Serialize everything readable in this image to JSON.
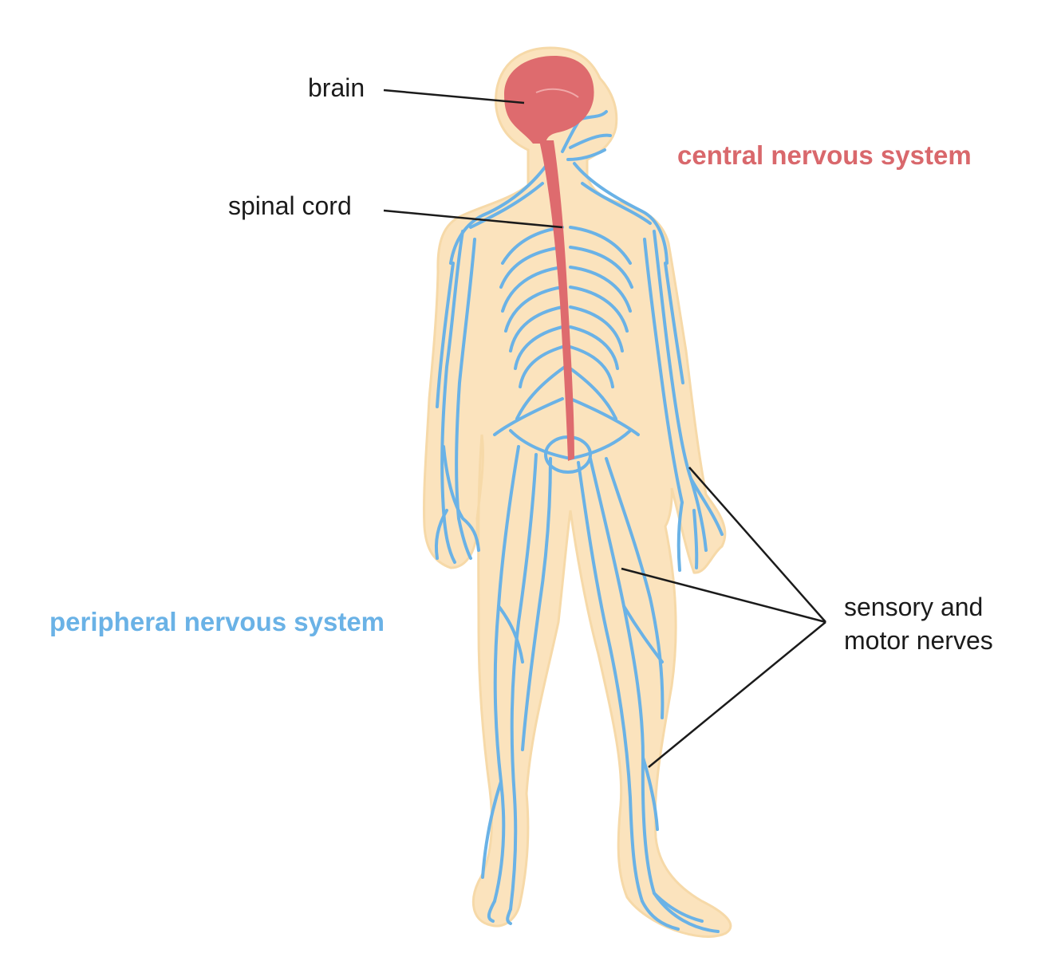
{
  "labels": {
    "brain": "brain",
    "spinal_cord": "spinal cord",
    "central_nervous_system": "central nervous system",
    "peripheral_nervous_system": "peripheral nervous system",
    "sensory_motor_line1": "sensory and",
    "sensory_motor_line2": "motor nerves"
  },
  "colors": {
    "skin": "#fbe3bd",
    "nerve": "#6ab2e6",
    "cns": "#de6b6e",
    "leader": "#1b1b1b"
  }
}
